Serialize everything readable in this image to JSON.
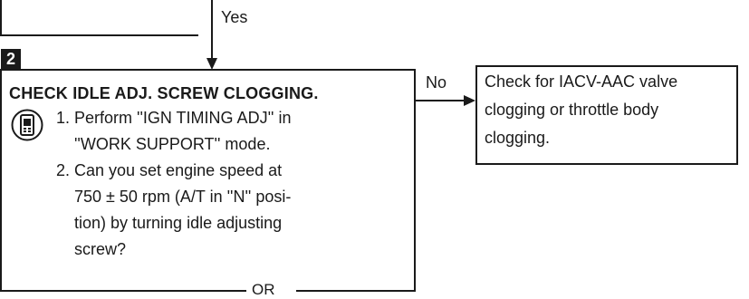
{
  "flow": {
    "yes_label": "Yes",
    "no_label": "No",
    "or_label": "OR"
  },
  "step": {
    "badge": "2",
    "title": "CHECK IDLE ADJ. SCREW CLOGGING.",
    "icon": "consult-tool-icon",
    "items": [
      {
        "number": "1.",
        "lines": [
          "Perform ''IGN TIMING ADJ'' in",
          "''WORK SUPPORT'' mode."
        ]
      },
      {
        "number": "2.",
        "lines": [
          "Can you set engine speed at",
          "750 ± 50 rpm (A/T in ''N'' posi-",
          "tion) by turning idle adjusting",
          "screw?"
        ]
      }
    ]
  },
  "result": {
    "lines": [
      "Check for IACV-AAC valve",
      "clogging or throttle body",
      "clogging."
    ]
  }
}
